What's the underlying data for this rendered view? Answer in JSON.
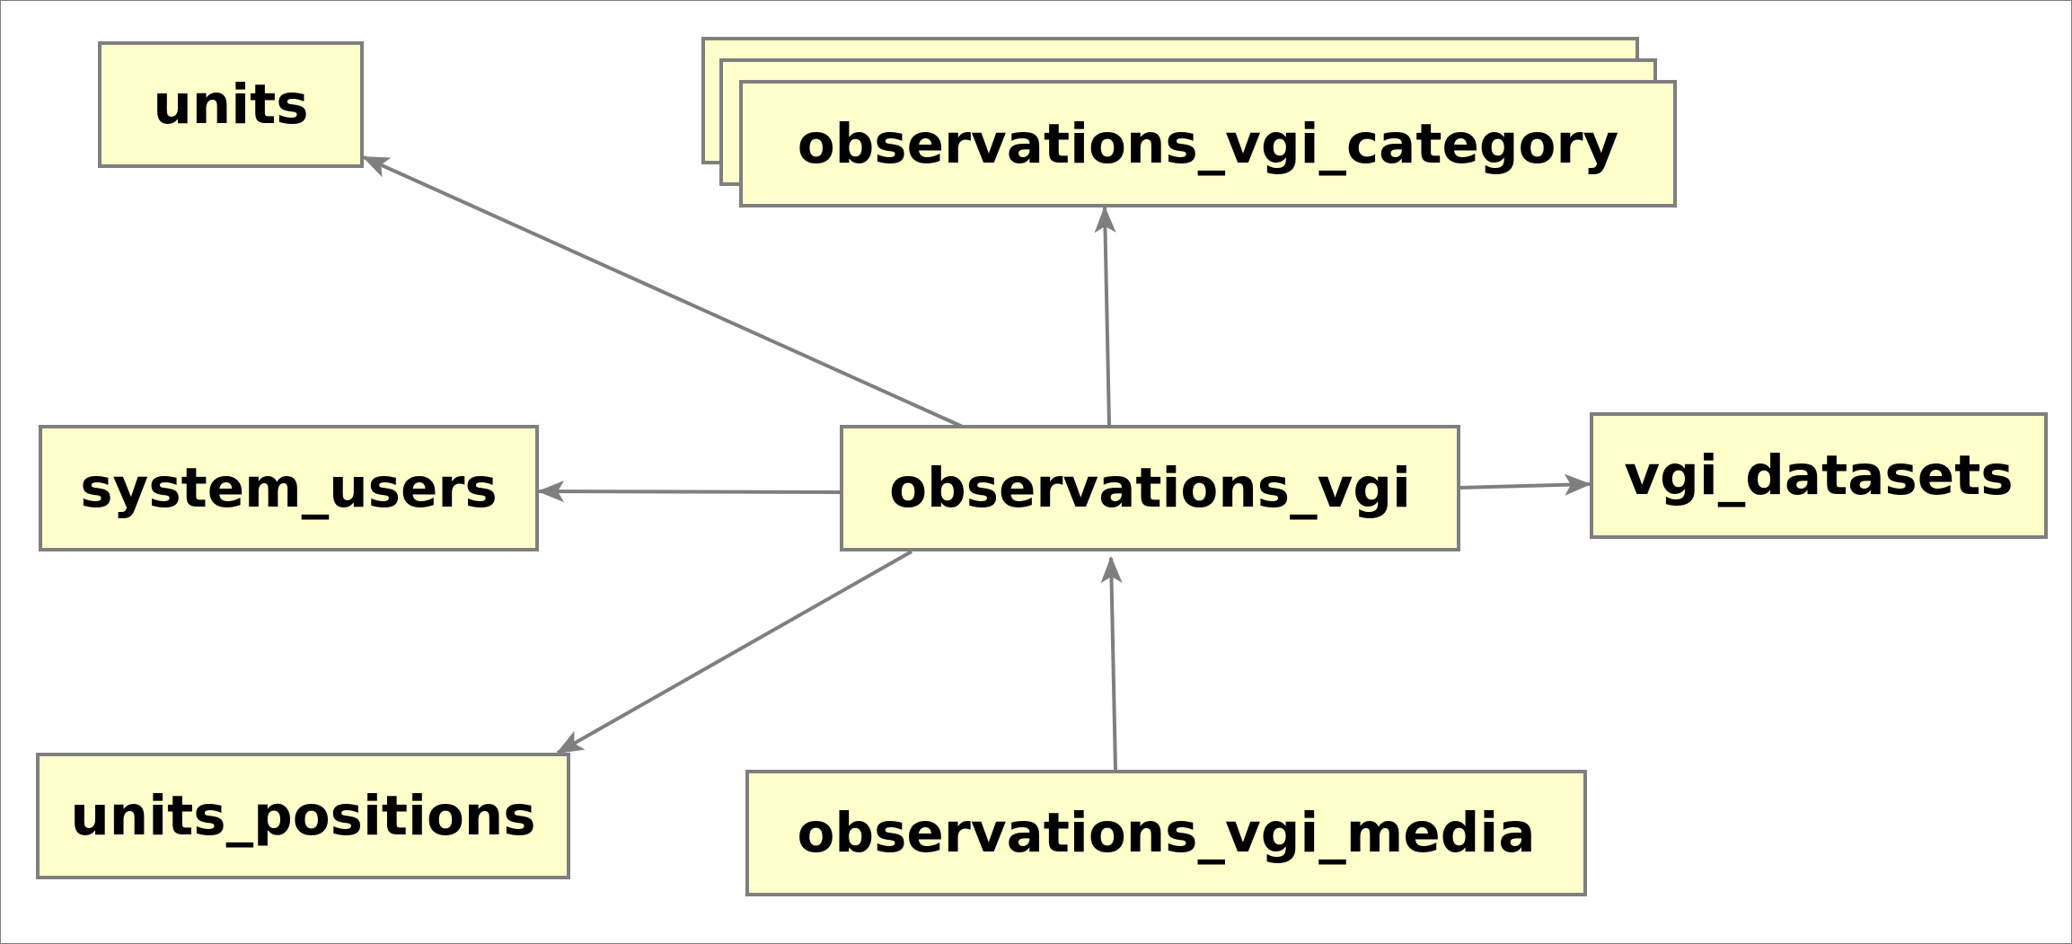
{
  "diagram": {
    "colors": {
      "node_fill": "#ffffcc",
      "node_border": "#7f7f7f",
      "edge": "#7f7f7f",
      "text": "#000000"
    },
    "nodes": {
      "units": "units",
      "observations_vgi_category": "observations_vgi_category",
      "system_users": "system_users",
      "observations_vgi": "observations_vgi",
      "vgi_datasets": "vgi_datasets",
      "units_positions": "units_positions",
      "observations_vgi_media": "observations_vgi_media"
    },
    "edges": [
      {
        "from": "observations_vgi",
        "to": "units"
      },
      {
        "from": "observations_vgi",
        "to": "observations_vgi_category"
      },
      {
        "from": "observations_vgi",
        "to": "system_users"
      },
      {
        "from": "observations_vgi",
        "to": "vgi_datasets"
      },
      {
        "from": "observations_vgi",
        "to": "units_positions"
      },
      {
        "from": "observations_vgi_media",
        "to": "observations_vgi"
      }
    ]
  }
}
